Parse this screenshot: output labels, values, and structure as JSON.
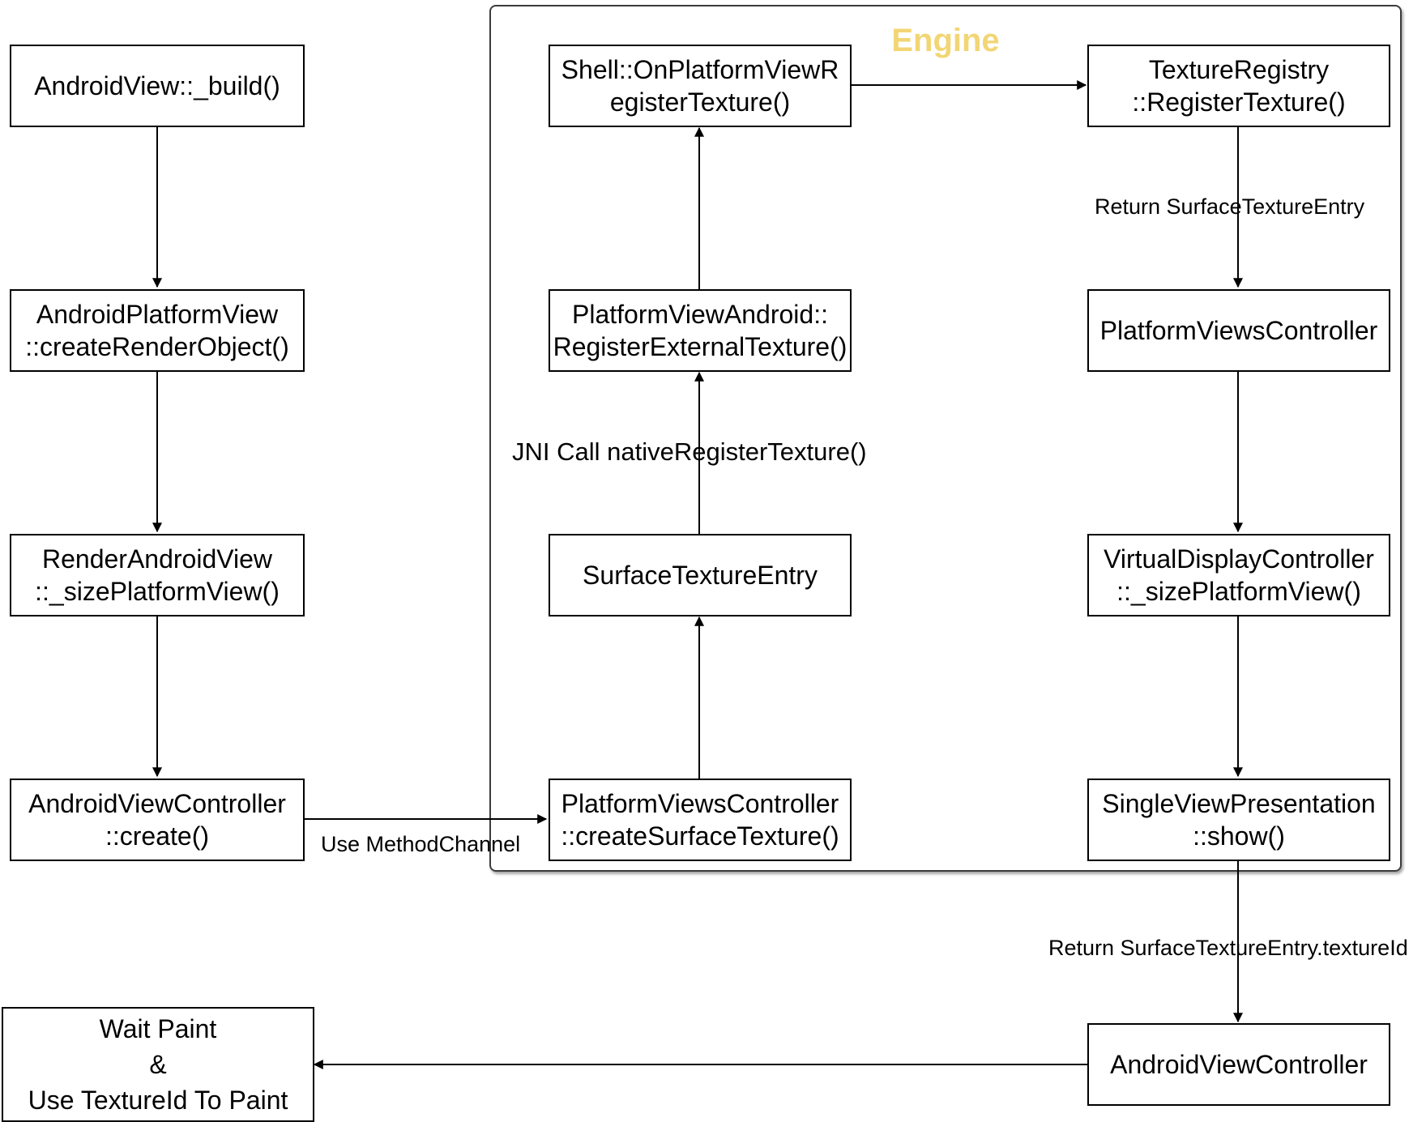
{
  "engine": {
    "title": "Engine"
  },
  "nodes": {
    "android_view_build": "AndroidView::_build()",
    "android_platform_view": "AndroidPlatformView\n::createRenderObject()",
    "render_android_view": "RenderAndroidView\n::_sizePlatformView()",
    "android_view_controller_create": "AndroidViewController\n::create()",
    "platform_views_controller_create_surface": "PlatformViewsController\n::createSurfaceTexture()",
    "surface_texture_entry": "SurfaceTextureEntry",
    "platform_view_android_register": "PlatformViewAndroid::\nRegisterExternalTexture()",
    "shell_on_platform_view": "Shell::OnPlatformViewR\negisterTexture()",
    "texture_registry": "TextureRegistry\n::RegisterTexture()",
    "platform_views_controller": "PlatformViewsController",
    "virtual_display_controller": "VirtualDisplayController\n::_sizePlatformView()",
    "single_view_presentation": "SingleViewPresentation\n::show()",
    "android_view_controller": "AndroidViewController",
    "wait_paint": "Wait Paint\n&\nUse TextureId To Paint"
  },
  "edge_labels": {
    "use_method_channel": "Use MethodChannel",
    "jni_call": "JNI Call nativeRegisterTexture()",
    "return_surface_texture_entry": "Return SurfaceTextureEntry",
    "return_texture_id": "Return SurfaceTextureEntry.textureId"
  },
  "colors": {
    "engine_title": "#f2d675",
    "engine_border": "#3c3c3c",
    "line": "#000000"
  }
}
